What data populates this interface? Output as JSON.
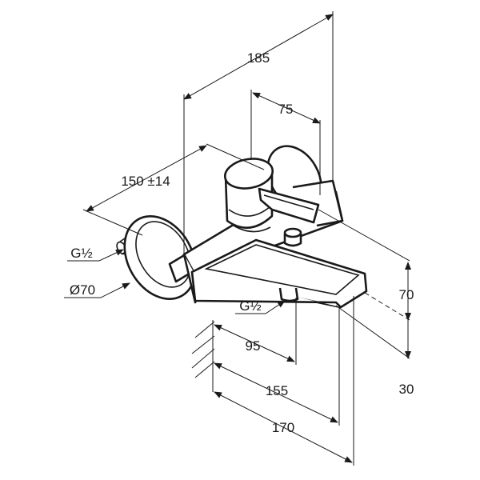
{
  "dimensions": {
    "overall_width": "185",
    "handle_offset": "75",
    "connection_spacing": "150 ±14",
    "inlet_thread": "G½",
    "rosette_diameter": "Ø70",
    "outlet_thread": "G½",
    "spout_height": "70",
    "outlet_height": "30",
    "outlet_projection": "95",
    "spout_projection": "155",
    "total_projection": "170"
  }
}
